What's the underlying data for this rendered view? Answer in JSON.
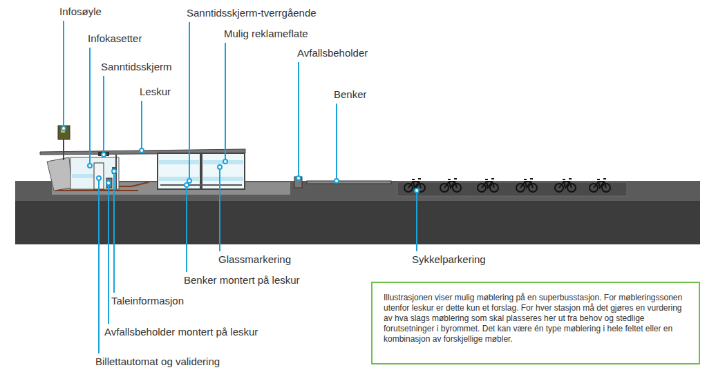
{
  "diagram": {
    "nodes": [
      {
        "text": [
          "Illustrasjonen viser mulig møblering på en superbusstasjon. For møbleringssonen utenfor leskur er dette kun et forslag. For hver stasjon må det gjøres en vurdering av hva slags møblering som skal plasseres her ut fra behov og stedlige forutsetninger i byrommet. Det kan være én type møblering i hele feltet eller en kombinasjon av forskjellige møbler."
        ]
      }
    ],
    "labels": [
      "Infosøyle",
      "Infokasetter",
      "Sanntidsskjerm",
      "Leskur",
      "Sanntidsskjerm-tverrgående",
      "Mulig reklameflate",
      "Avfallsbeholder",
      "Benker",
      "Glassmarkering",
      "Sykkelparkering",
      "Benker montert på leskur",
      "Taleinformasjon",
      "Avfallsbeholder montert på leskur",
      "Billettautomat og validering"
    ]
  }
}
